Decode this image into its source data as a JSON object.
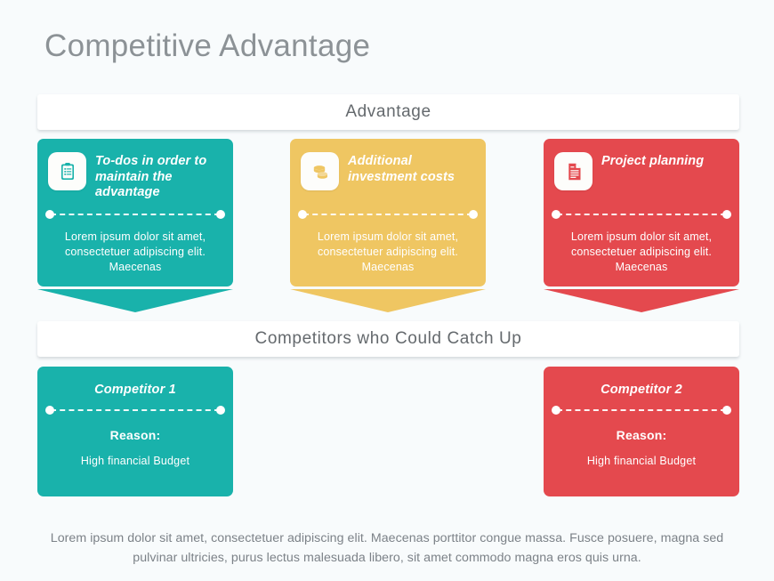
{
  "page_title": "Competitive Advantage",
  "colors": {
    "background": "#f8fbfc",
    "title_text": "#8c9296",
    "bar_text": "#64696d",
    "teal": "#19b2ab",
    "yellow": "#efc662",
    "red": "#e4494e",
    "footer_text": "#7c8288",
    "card_text": "#ffffff",
    "icon_tile": "#fdfdfb"
  },
  "sections": {
    "advantage": {
      "bar_label": "Advantage",
      "cards": [
        {
          "icon": "clipboard-checklist-icon",
          "title": "To-dos in order to maintain the advantage",
          "text": "Lorem ipsum dolor sit amet, consectetuer adipiscing elit. Maecenas",
          "color": "#19b2ab"
        },
        {
          "icon": "money-stack-icon",
          "title": "Additional investment costs",
          "text": "Lorem ipsum dolor sit amet, consectetuer adipiscing elit. Maecenas",
          "color": "#efc662"
        },
        {
          "icon": "document-file-icon",
          "title": "Project planning",
          "text": "Lorem ipsum dolor sit amet, consectetuer adipiscing elit. Maecenas",
          "color": "#e4494e"
        }
      ]
    },
    "competitors": {
      "bar_label": "Competitors who Could Catch Up",
      "cards": [
        {
          "title": "Competitor 1",
          "reason_label": "Reason:",
          "reason_value": "High financial Budget",
          "color": "#19b2ab"
        },
        {
          "title": "Competitor 2",
          "reason_label": "Reason:",
          "reason_value": "High financial Budget",
          "color": "#e4494e"
        }
      ]
    }
  },
  "footer_text": "Lorem ipsum dolor sit amet, consectetuer adipiscing elit. Maecenas porttitor congue massa. Fusce posuere, magna sed pulvinar ultricies, purus lectus malesuada libero, sit amet commodo magna eros quis urna."
}
